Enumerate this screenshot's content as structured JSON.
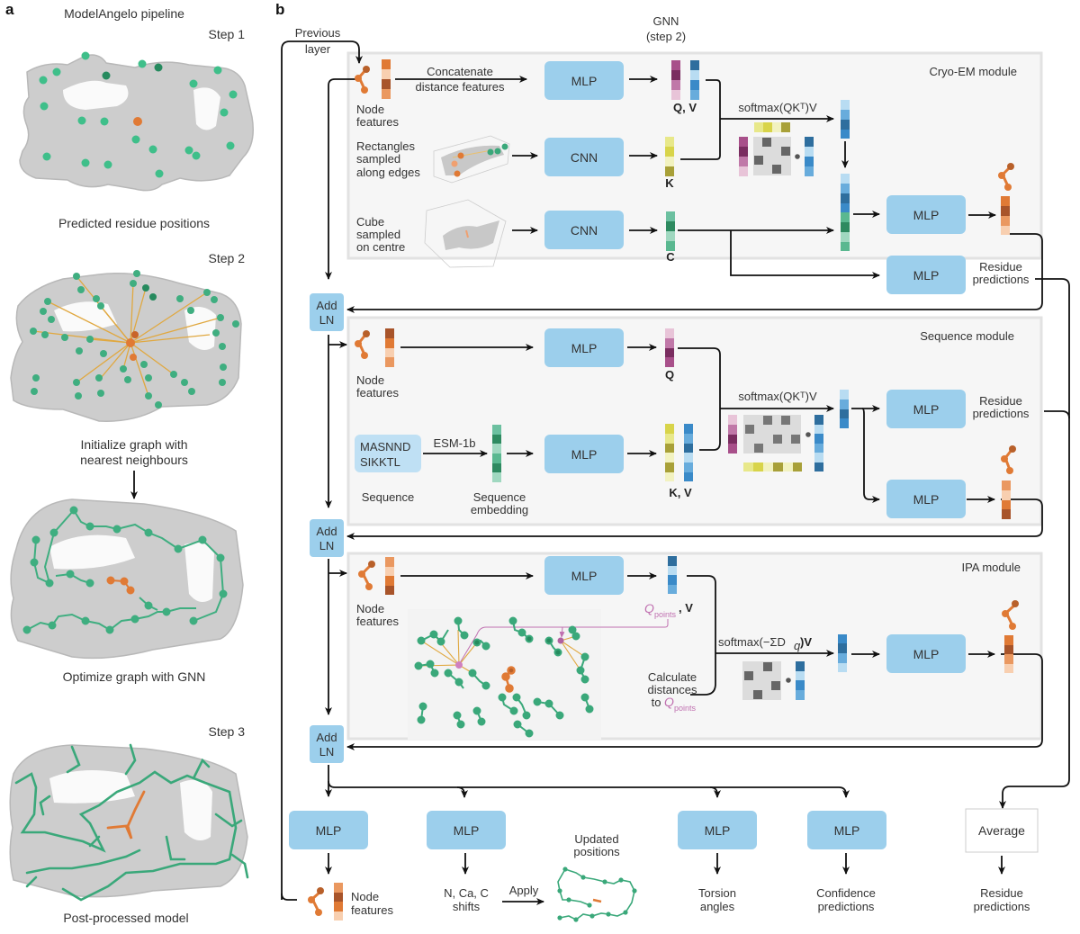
{
  "panel_a": {
    "label": "a",
    "title": "ModelAngelo pipeline",
    "steps": [
      {
        "step": "Step 1",
        "caption": "Predicted residue positions"
      },
      {
        "step": "Step 2",
        "caption": "Initialize graph with nearest neighbours"
      },
      {
        "step": "",
        "caption": "Optimize graph with GNN"
      },
      {
        "step": "Step 3",
        "caption": "Post-processed model"
      }
    ],
    "caption_lines": {
      "init_1": "Initialize graph with",
      "init_2": "nearest neighbours"
    }
  },
  "panel_b": {
    "label": "b",
    "previous_layer_1": "Previous",
    "previous_layer_2": "layer",
    "gnn_1": "GNN",
    "gnn_2": "(step 2)",
    "add_ln_1": "Add",
    "add_ln_2": "LN",
    "cryo_em": {
      "title": "Cryo-EM module",
      "node_features_1": "Node",
      "node_features_2": "features",
      "concat_1": "Concatenate",
      "concat_2": "distance features",
      "rect_1": "Rectangles",
      "rect_2": "sampled",
      "rect_3": "along edges",
      "cube_1": "Cube",
      "cube_2": "sampled",
      "cube_3": "on centre",
      "mlp": "MLP",
      "cnn": "CNN",
      "qv_label": "Q, V",
      "k_label": "K",
      "c_label": "C",
      "attention": "softmax(QKᵀ)V",
      "residue_1": "Residue",
      "residue_2": "predictions"
    },
    "sequence": {
      "title": "Sequence module",
      "node_features_1": "Node",
      "node_features_2": "features",
      "seq_line_1": "MASNND",
      "seq_line_2": "SIKKTL",
      "esm": "ESM-1b",
      "sequence_label": "Sequence",
      "embedding_1": "Sequence",
      "embedding_2": "embedding",
      "mlp": "MLP",
      "q_label": "Q",
      "kv_label": "K, V",
      "attention": "softmax(QKᵀ)V",
      "residue_1": "Residue",
      "residue_2": "predictions"
    },
    "ipa": {
      "title": "IPA module",
      "node_features_1": "Node",
      "node_features_2": "features",
      "mlp": "MLP",
      "qpoints_label": "Q",
      "qpoints_sub": "points",
      "v_label": ", V",
      "attention": "softmax(−ΣD",
      "attention_sub": "q",
      "attention_end": ")V",
      "calc_1": "Calculate",
      "calc_2": "distances",
      "calc_3": "to"
    },
    "outputs": {
      "mlp": "MLP",
      "node_features_1": "Node",
      "node_features_2": "features",
      "shifts_1": "N, Ca, C",
      "shifts_2": "shifts",
      "apply": "Apply",
      "updated_1": "Updated",
      "updated_2": "positions",
      "torsion_1": "Torsion",
      "torsion_2": "angles",
      "confidence_1": "Confidence",
      "confidence_2": "predictions",
      "average": "Average",
      "residue_1": "Residue",
      "residue_2": "predictions"
    }
  },
  "colors": {
    "mlp_box": "#9ccfec",
    "panel_bg": "#f6f6f6",
    "orange": "#e07a35",
    "green": "#3aa87a",
    "magenta": "#a8508a",
    "yellow": "#d8d44a",
    "blue": "#3a8ac8",
    "q_points_text": "#c070b0"
  }
}
